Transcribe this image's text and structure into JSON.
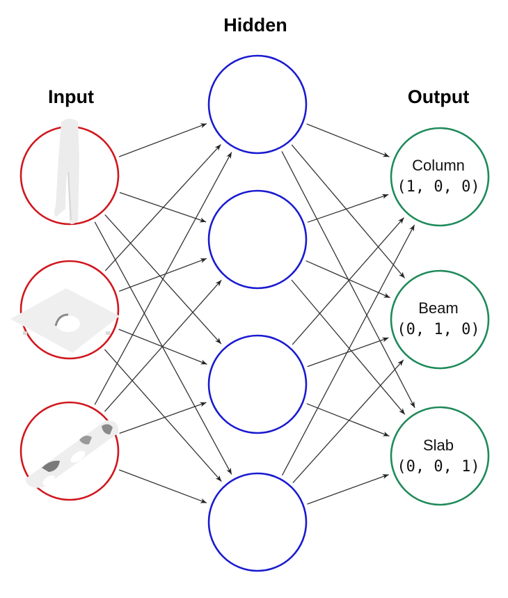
{
  "title": "Neural network classification diagram",
  "layers": {
    "input": {
      "label": "Input",
      "color": "#d0161d",
      "nodes": [
        {
          "id": "in1",
          "depicts": "column-shape-render"
        },
        {
          "id": "in2",
          "depicts": "slab-with-hole-render"
        },
        {
          "id": "in3",
          "depicts": "beam-shape-render"
        }
      ]
    },
    "hidden": {
      "label": "Hidden",
      "color": "#1a1ad0",
      "nodes": [
        {
          "id": "h1"
        },
        {
          "id": "h2"
        },
        {
          "id": "h3"
        },
        {
          "id": "h4"
        }
      ]
    },
    "output": {
      "label": "Output",
      "color": "#1e8a5a",
      "nodes": [
        {
          "id": "out1",
          "label": "Column",
          "code": "(1, 0, 0)"
        },
        {
          "id": "out2",
          "label": "Beam",
          "code": "(0, 1, 0)"
        },
        {
          "id": "out3",
          "label": "Slab",
          "code": "(0, 0, 1)"
        }
      ]
    }
  },
  "edges": [
    [
      "in1",
      "h1"
    ],
    [
      "in1",
      "h2"
    ],
    [
      "in1",
      "h3"
    ],
    [
      "in1",
      "h4"
    ],
    [
      "in2",
      "h1"
    ],
    [
      "in2",
      "h2"
    ],
    [
      "in2",
      "h3"
    ],
    [
      "in2",
      "h4"
    ],
    [
      "in3",
      "h1"
    ],
    [
      "in3",
      "h2"
    ],
    [
      "in3",
      "h3"
    ],
    [
      "in3",
      "h4"
    ],
    [
      "h1",
      "out1"
    ],
    [
      "h1",
      "out2"
    ],
    [
      "h1",
      "out3"
    ],
    [
      "h2",
      "out1"
    ],
    [
      "h2",
      "out2"
    ],
    [
      "h2",
      "out3"
    ],
    [
      "h3",
      "out1"
    ],
    [
      "h3",
      "out2"
    ],
    [
      "h3",
      "out3"
    ],
    [
      "h4",
      "out1"
    ],
    [
      "h4",
      "out2"
    ],
    [
      "h4",
      "out3"
    ]
  ],
  "edge_color": "#333333"
}
